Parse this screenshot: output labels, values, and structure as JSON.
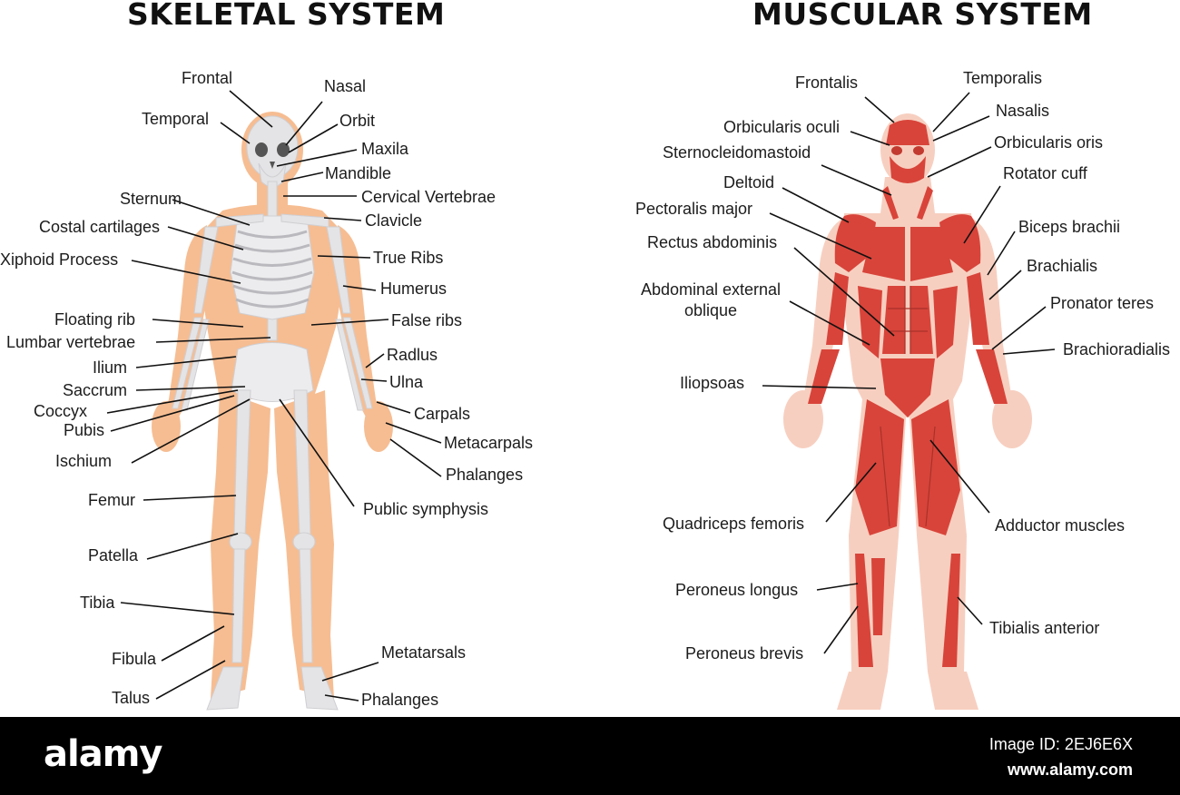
{
  "skeletal": {
    "title": "SKELETAL SYSTEM",
    "labels": [
      "Frontal",
      "Nasal",
      "Temporal",
      "Orbit",
      "Maxila",
      "Mandible",
      "Sternum",
      "Cervical Vertebrae",
      "Costal cartilages",
      "Clavicle",
      "Xiphoid Process",
      "True Ribs",
      "Humerus",
      "Floating rib",
      "False ribs",
      "Lumbar vertebrae",
      "Radlus",
      "Ilium",
      "Ulna",
      "Saccrum",
      "Coccyx",
      "Carpals",
      "Pubis",
      "Metacarpals",
      "Ischium",
      "Phalanges",
      "Femur",
      "Public symphysis",
      "Patella",
      "Tibia",
      "Fibula",
      "Metatarsals",
      "Talus",
      "Phalanges"
    ]
  },
  "muscular": {
    "title": "MUSCULAR SYSTEM",
    "labels": [
      "Frontalis",
      "Temporalis",
      "Nasalis",
      "Orbicularis oculi",
      "Orbicularis oris",
      "Sternocleidomastoid",
      "Rotator cuff",
      "Deltoid",
      "Pectoralis major",
      "Biceps brachii",
      "Rectus abdominis",
      "Brachialis",
      "Abdominal external",
      "oblique",
      "Pronator teres",
      "Brachioradialis",
      "Iliopsoas",
      "Quadriceps femoris",
      "Adductor muscles",
      "Peroneus longus",
      "Tibialis anterior",
      "Peroneus brevis"
    ]
  },
  "footer": {
    "logo": "alamy",
    "image_id": "Image ID: 2EJ6E6X",
    "site": "www.alamy.com"
  },
  "colors": {
    "skin": "#f6bd92",
    "bone": "#e2e2e4",
    "muscle": "#d8443a",
    "muscle_light": "#f7cfc0",
    "leader": "#111111"
  }
}
